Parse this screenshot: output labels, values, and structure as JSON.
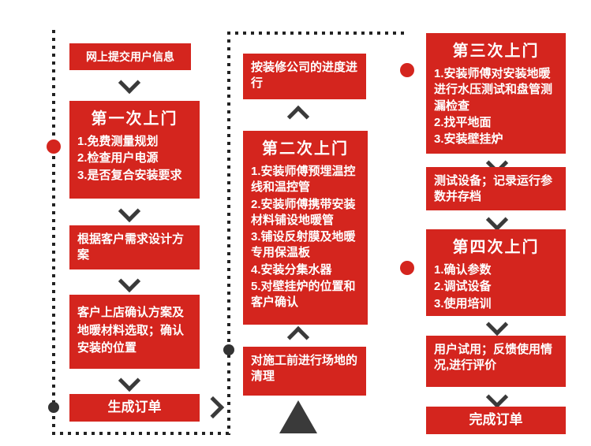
{
  "colors": {
    "accent_red": "#d4251e",
    "arrow_dark": "#3a3a3a"
  },
  "left": {
    "submit_info": "网上提交用户信息",
    "visit1": {
      "title": "第一次上门",
      "items": [
        "1.免费测量规划",
        "2.检查用户电源",
        "3.是否复合安装要求"
      ]
    },
    "design": "根据客户需求设计方案",
    "confirm": "客户上店确认方案及地暖材料选取；确认安装的位置",
    "order": "生成订单"
  },
  "middle": {
    "schedule": "按装修公司的进度进行",
    "visit2": {
      "title": "第二次上门",
      "items": [
        "1.安装师傅预埋温控线和温控管",
        "2.安装师傅携带安装材料铺设地暖管",
        "3.铺设反射膜及地暖专用保温板",
        "4.安装分集水器",
        "5.对壁挂炉的位置和客户确认"
      ]
    },
    "cleanup": "对施工前进行场地的清理"
  },
  "right": {
    "visit3": {
      "title": "第三次上门",
      "items": [
        "1.安装师傅对安装地暖进行水压测试和盘管测漏检查",
        "2.找平地面",
        "3.安装壁挂炉"
      ]
    },
    "test": "测试设备；记录运行参数并存档",
    "visit4": {
      "title": "第四次上门",
      "items": [
        "1.确认参数",
        "2.调试设备",
        "3.使用培训"
      ]
    },
    "feedback": "用户试用；反馈使用情况,进行评价",
    "complete": "完成订单"
  }
}
